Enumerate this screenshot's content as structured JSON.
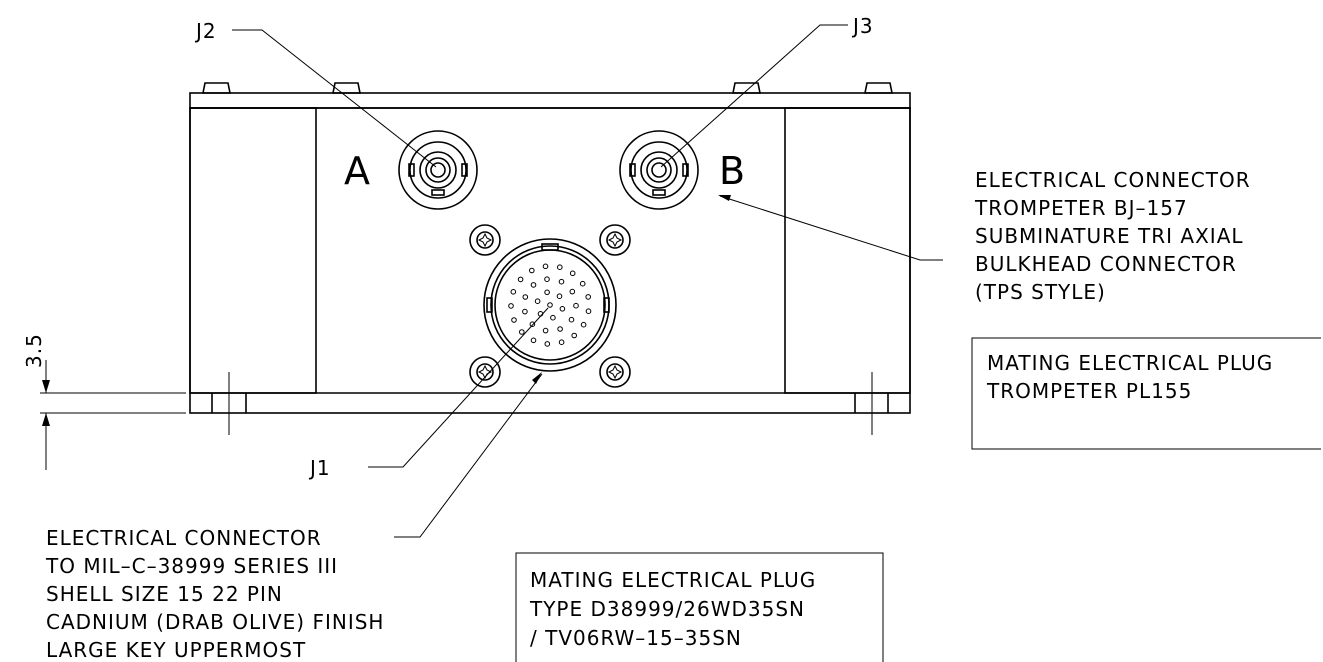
{
  "labels": {
    "j1": "J1",
    "j2": "J2",
    "j3": "J3",
    "a": "A",
    "b": "B",
    "dimension": "3.5"
  },
  "notes": {
    "triax": [
      "ELECTRICAL  CONNECTOR",
      "TROMPETER  BJ–157",
      "SUBMINATURE  TRI  AXIAL",
      "BULKHEAD  CONNECTOR",
      "(TPS  STYLE)"
    ],
    "mil_connector": [
      "ELECTRICAL  CONNECTOR",
      "TO  MIL–C–38999  SERIES  III",
      "SHELL  SIZE  15  22  PIN",
      "CADNIUM  (DRAB  OLIVE)  FINISH",
      "LARGE  KEY  UPPERMOST"
    ],
    "mating_plug_right": [
      "MATING  ELECTRICAL  PLUG",
      "TROMPETER  PL155"
    ],
    "mating_plug_bottom": [
      "MATING  ELECTRICAL  PLUG",
      "TYPE  D38999/26WD35SN",
      "/  TV06RW–15–35SN"
    ]
  }
}
